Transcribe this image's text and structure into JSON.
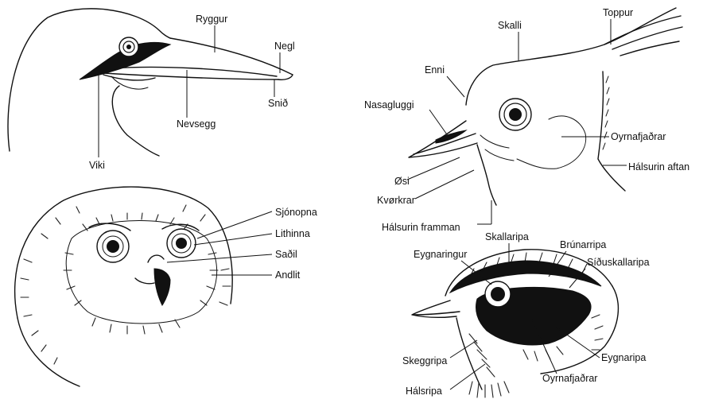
{
  "labels": {
    "ryggur": "Ryggur",
    "negl": "Negl",
    "snid": "Snið",
    "nevsegg": "Nevsegg",
    "viki": "Viki",
    "skalli": "Skalli",
    "toppur": "Toppur",
    "enni": "Enni",
    "nasagluggi": "Nasagluggi",
    "oyrnafjadrar_top": "Oyrnafjaðrar",
    "halsurin_aftan": "Hálsurin aftan",
    "osi": "Øsi",
    "kverkrar": "Kvørkrar",
    "halsurin_framman": "Hálsurin framman",
    "sjonopna": "Sjónopna",
    "lithinna": "Lithinna",
    "sadil": "Saðil",
    "andlit": "Andlit",
    "skallaripa": "Skallaripa",
    "brunarripa": "Brúnarripa",
    "eygnaringur": "Eygnaringur",
    "siduskallaripa": "Síðuskallaripa",
    "eygnaripa": "Eygnaripa",
    "skeggripa": "Skeggripa",
    "oyrnafjadrar_bottom": "Oyrnafjaðrar",
    "halsripa": "Hálsripa"
  }
}
